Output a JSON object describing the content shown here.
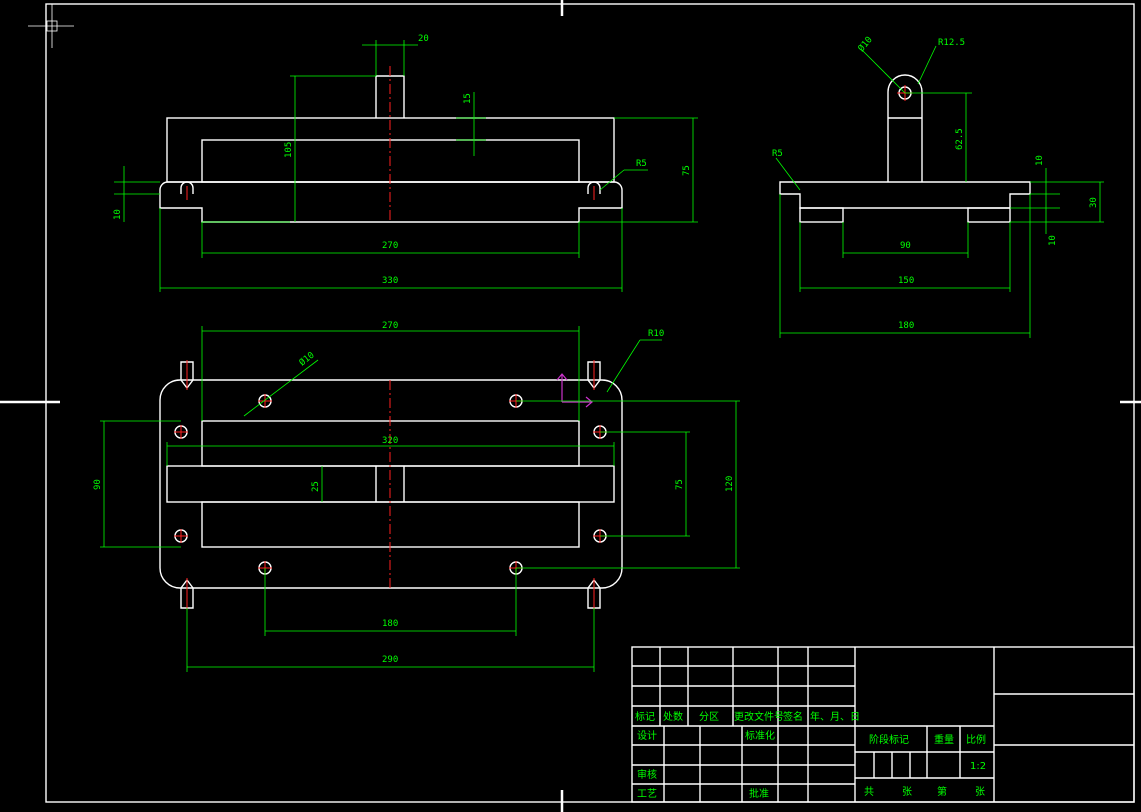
{
  "front_view": {
    "dims": [
      "20",
      "15",
      "105",
      "75",
      "R5",
      "10",
      "270",
      "330"
    ]
  },
  "side_view": {
    "dims": [
      "Ø10",
      "R12.5",
      "R5",
      "62.5",
      "10",
      "30",
      "10",
      "90",
      "150",
      "180"
    ]
  },
  "top_view": {
    "dims": [
      "270",
      "R10",
      "Ø10",
      "320",
      "25",
      "90",
      "75",
      "120",
      "180",
      "290"
    ]
  },
  "title_block": {
    "headers": [
      "标记",
      "处数",
      "分区",
      "更改文件号",
      "签名",
      "年、月、日"
    ],
    "row_design": "设计",
    "row_standard": "标准化",
    "row_check": "审核",
    "row_process": "工艺",
    "row_approve": "批准",
    "stage_mark": "阶段标记",
    "weight": "重量",
    "scale": "比例",
    "scale_value": "1:2",
    "total_label": "共",
    "sheets_label": "张",
    "page_label": "第",
    "sheets_label2": "张"
  }
}
